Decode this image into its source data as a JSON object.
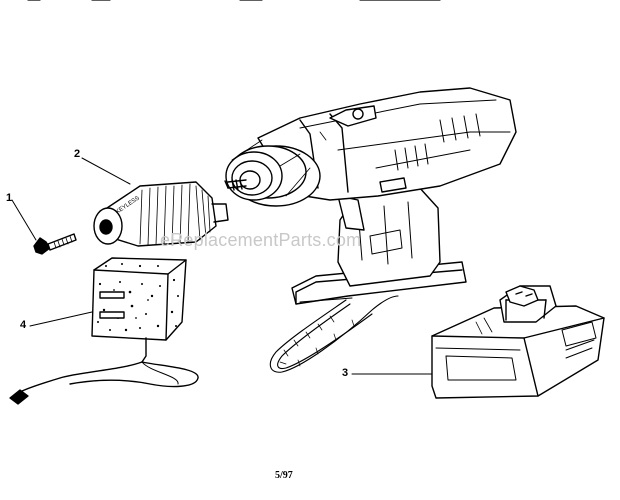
{
  "watermark": "eReplacementParts.com",
  "chuck_marking": "KEYLESS",
  "footer": "5/97",
  "callouts": [
    {
      "id": "1",
      "part": "screw"
    },
    {
      "id": "2",
      "part": "keyless-chuck"
    },
    {
      "id": "3",
      "part": "battery-pack"
    },
    {
      "id": "4",
      "part": "charger"
    }
  ],
  "colors": {
    "ink": "#000000",
    "watermark": "#c8c8c8",
    "background": "#ffffff"
  }
}
